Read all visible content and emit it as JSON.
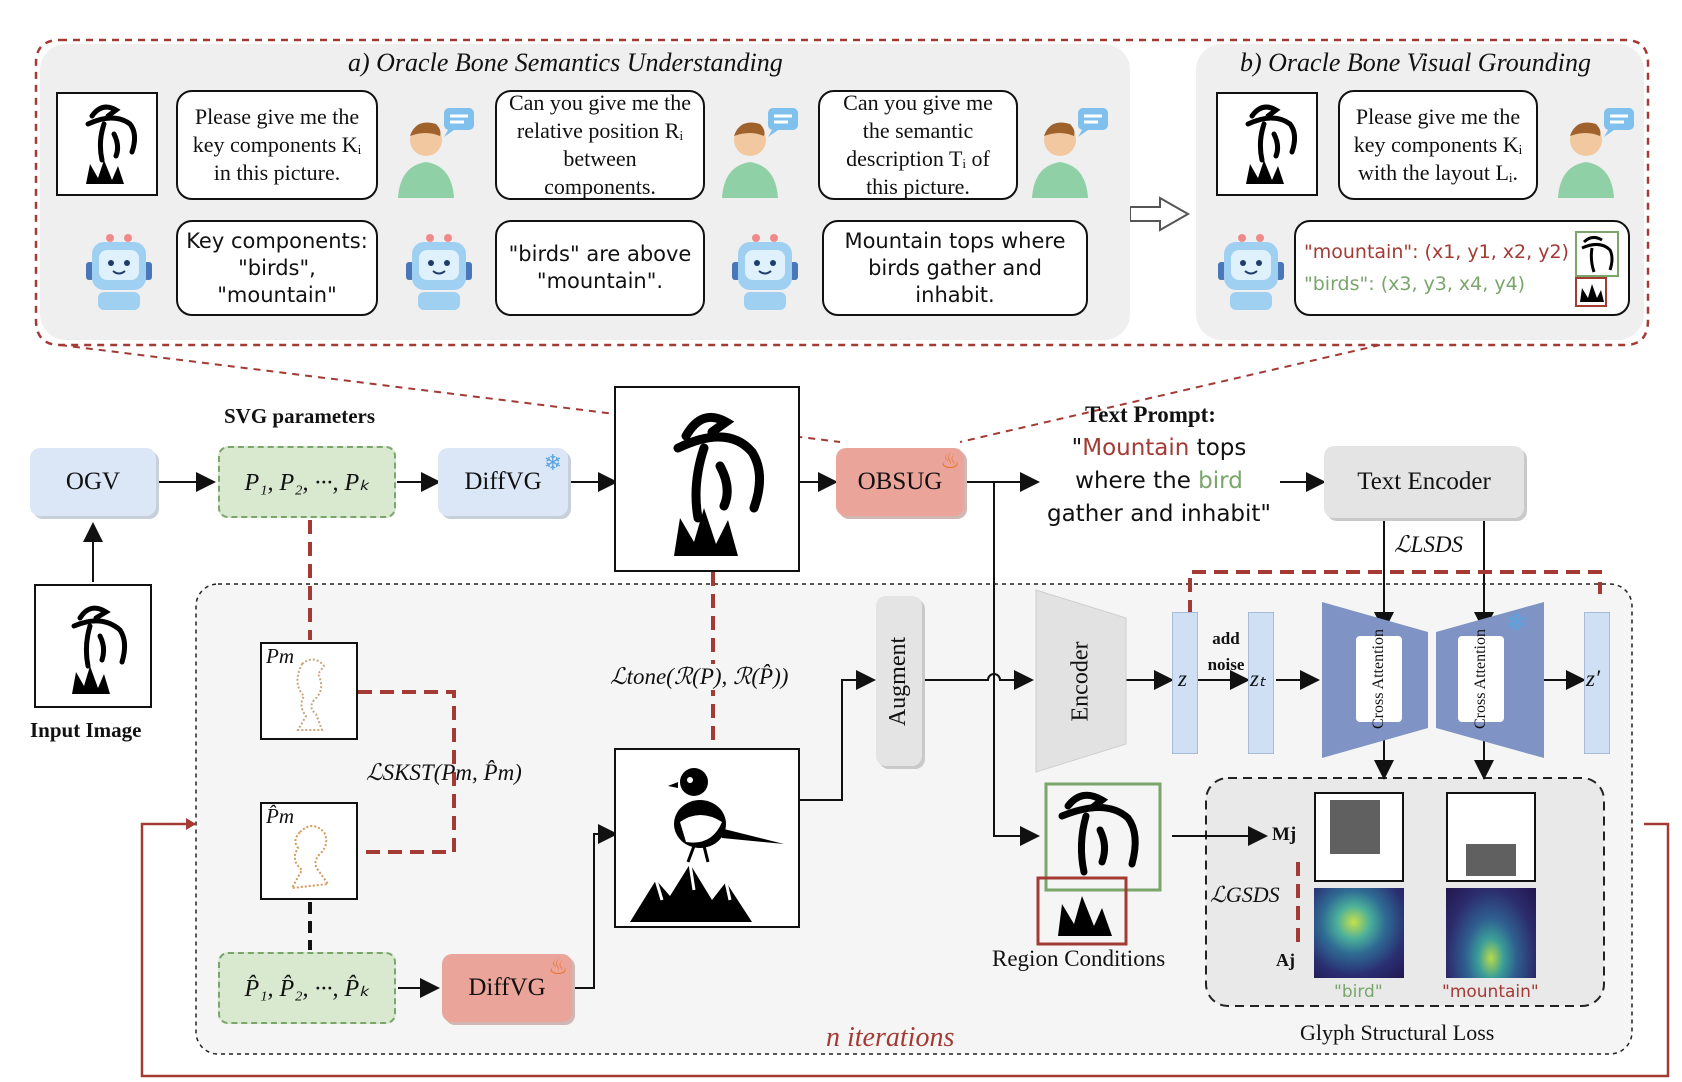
{
  "panel_a": {
    "title": "a) Oracle Bone Semantics Understanding",
    "q1": "Please give me the key components Kᵢ in this picture.",
    "q2": "Can you give me the relative position Rᵢ between components.",
    "q3": "Can you give me the semantic description Tᵢ of this picture.",
    "a1": "Key components: \"birds\", \"mountain\"",
    "a2": "\"birds\" are above \"mountain\".",
    "a3": "Mountain tops where birds gather and inhabit."
  },
  "panel_b": {
    "title": "b) Oracle Bone Visual Grounding",
    "q1": "Please give me the key components Kᵢ with the layout Lᵢ.",
    "ans_mountain": "\"mountain\": (x1, y1, x2, y2)",
    "ans_birds": "\"birds\": (x3, y3, x4, y4)"
  },
  "pipeline": {
    "ogv": "OGV",
    "svg_params_title": "SVG parameters",
    "params": "P₁, P₂, ···, Pₖ",
    "params_hat": "P̂₁, P̂₂, ···, P̂ₖ",
    "diffvg": "DiffVG",
    "obsug": "OBSUG",
    "input_image": "Input Image",
    "text_prompt_title": "Text Prompt:",
    "prompt_line1_pre": "\"",
    "prompt_word_mountain": "Mountain",
    "prompt_line1_post": " tops",
    "prompt_line2_pre": "where the ",
    "prompt_word_bird": "bird",
    "prompt_line3": "gather and inhabit\"",
    "text_encoder": "Text Encoder",
    "loss_lsds": "ℒLSDS",
    "augment": "Augment",
    "encoder": "Encoder",
    "add_noise": "add noise",
    "z": "z",
    "zt": "zₜ",
    "zprime": "z′",
    "cross_attention": "Cross Attention",
    "loss_tone": "ℒtone(ℛ(P), ℛ(P̂))",
    "loss_skst": "ℒSKST(Pm, P̂m)",
    "pm": "Pm",
    "pm_hat": "P̂m",
    "region_conditions": "Region Conditions",
    "mj": "Mj",
    "aj": "Aj",
    "loss_gsds": "ℒGSDS",
    "bird_label": "\"bird\"",
    "mountain_label": "\"mountain\"",
    "glyph_loss": "Glyph Structural Loss",
    "n_iterations": "n iterations"
  },
  "colors": {
    "dashed_red": "#a33a34",
    "green": "#7aa56b",
    "blue_node": "#dbe7f7",
    "red_node": "#eaa49a",
    "unet": "#7f93c5"
  }
}
